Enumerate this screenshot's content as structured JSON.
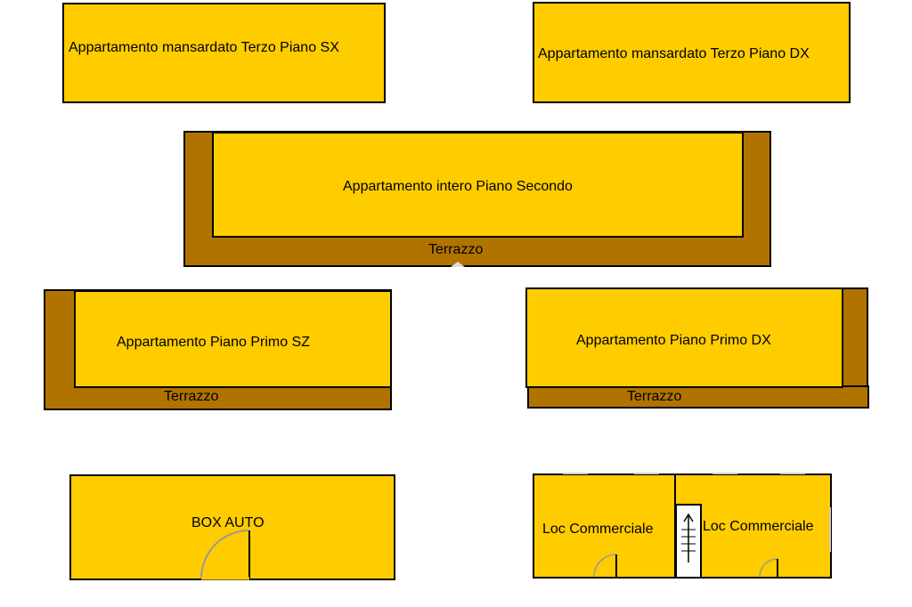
{
  "colors": {
    "room": "#FFCC00",
    "terrace": "#B07300",
    "outline": "#000000",
    "background": "#FFFFFF"
  },
  "third_floor": {
    "left": "Appartamento mansardato Terzo Piano SX",
    "right": "Appartamento mansardato Terzo Piano DX"
  },
  "second_floor": {
    "apartment": "Appartamento intero Piano Secondo",
    "terrace": "Terrazzo"
  },
  "first_floor": {
    "left": {
      "apartment": "Appartamento Piano Primo SZ",
      "terrace": "Terrazzo"
    },
    "right": {
      "apartment": "Appartamento Piano Primo DX",
      "terrace": "Terrazzo"
    }
  },
  "ground_floor": {
    "garage": "BOX AUTO",
    "shop_left": "Loc Commerciale",
    "shop_right": "Loc Commerciale",
    "stair_icon": "staircase-arrow-icon",
    "door_icon": "door-swing-icon"
  }
}
